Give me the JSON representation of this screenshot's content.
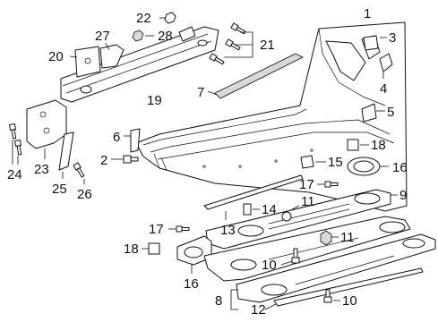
{
  "callouts": {
    "c1": "1",
    "c2": "2",
    "c3": "3",
    "c4": "4",
    "c5": "5",
    "c6": "6",
    "c7": "7",
    "c8": "8",
    "c9": "9",
    "c10a": "10",
    "c10b": "10",
    "c11a": "11",
    "c11b": "11",
    "c12": "12",
    "c13": "13",
    "c14": "14",
    "c15": "15",
    "c16a": "16",
    "c16b": "16",
    "c17a": "17",
    "c17b": "17",
    "c18a": "18",
    "c18b": "18",
    "c19": "19",
    "c20": "20",
    "c21": "21",
    "c22": "22",
    "c23": "23",
    "c24": "24",
    "c25": "25",
    "c26": "26",
    "c27": "27",
    "c28": "28"
  }
}
